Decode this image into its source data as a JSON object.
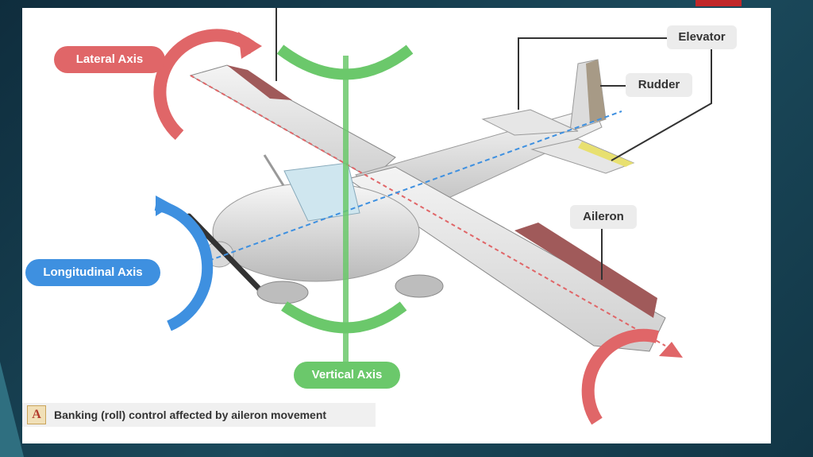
{
  "labels": {
    "lateral_axis": "Lateral Axis",
    "longitudinal_axis": "Longitudinal Axis",
    "vertical_axis": "Vertical Axis",
    "elevator": "Elevator",
    "rudder": "Rudder",
    "aileron": "Aileron"
  },
  "caption": {
    "badge": "A",
    "text": "Banking (roll) control affected by aileron movement"
  },
  "colors": {
    "lateral": "#e06668",
    "vertical": "#6bc86b",
    "longitudinal": "#3e90e0",
    "aileron_surface": "#a05a5a",
    "elevator_surface": "#e8e070"
  }
}
